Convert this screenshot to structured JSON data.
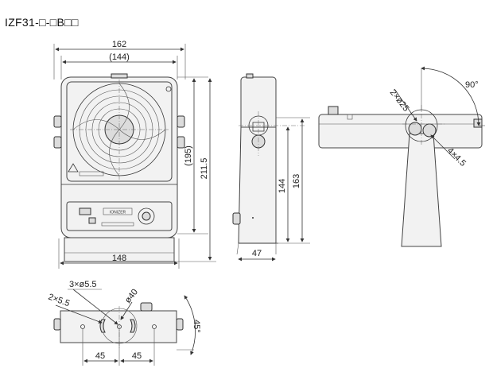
{
  "title": "IZF31-□-□B□□",
  "front_view": {
    "width_outer": "162",
    "width_inner": "(144)",
    "height_inner": "(195)",
    "height_outer": "211.5",
    "base_width": "148",
    "panel_label": "IONIZER"
  },
  "side_view": {
    "height_pivot": "144",
    "height_top": "163",
    "depth": "47"
  },
  "top_view": {
    "angle": "90°",
    "holes": "2×ø25",
    "slots": "4×4.5"
  },
  "bottom_view": {
    "holes": "3×ø5.5",
    "arc": "ø40",
    "slots": "2×5.5",
    "angle": "45°",
    "spacing_left": "45",
    "spacing_right": "45"
  }
}
